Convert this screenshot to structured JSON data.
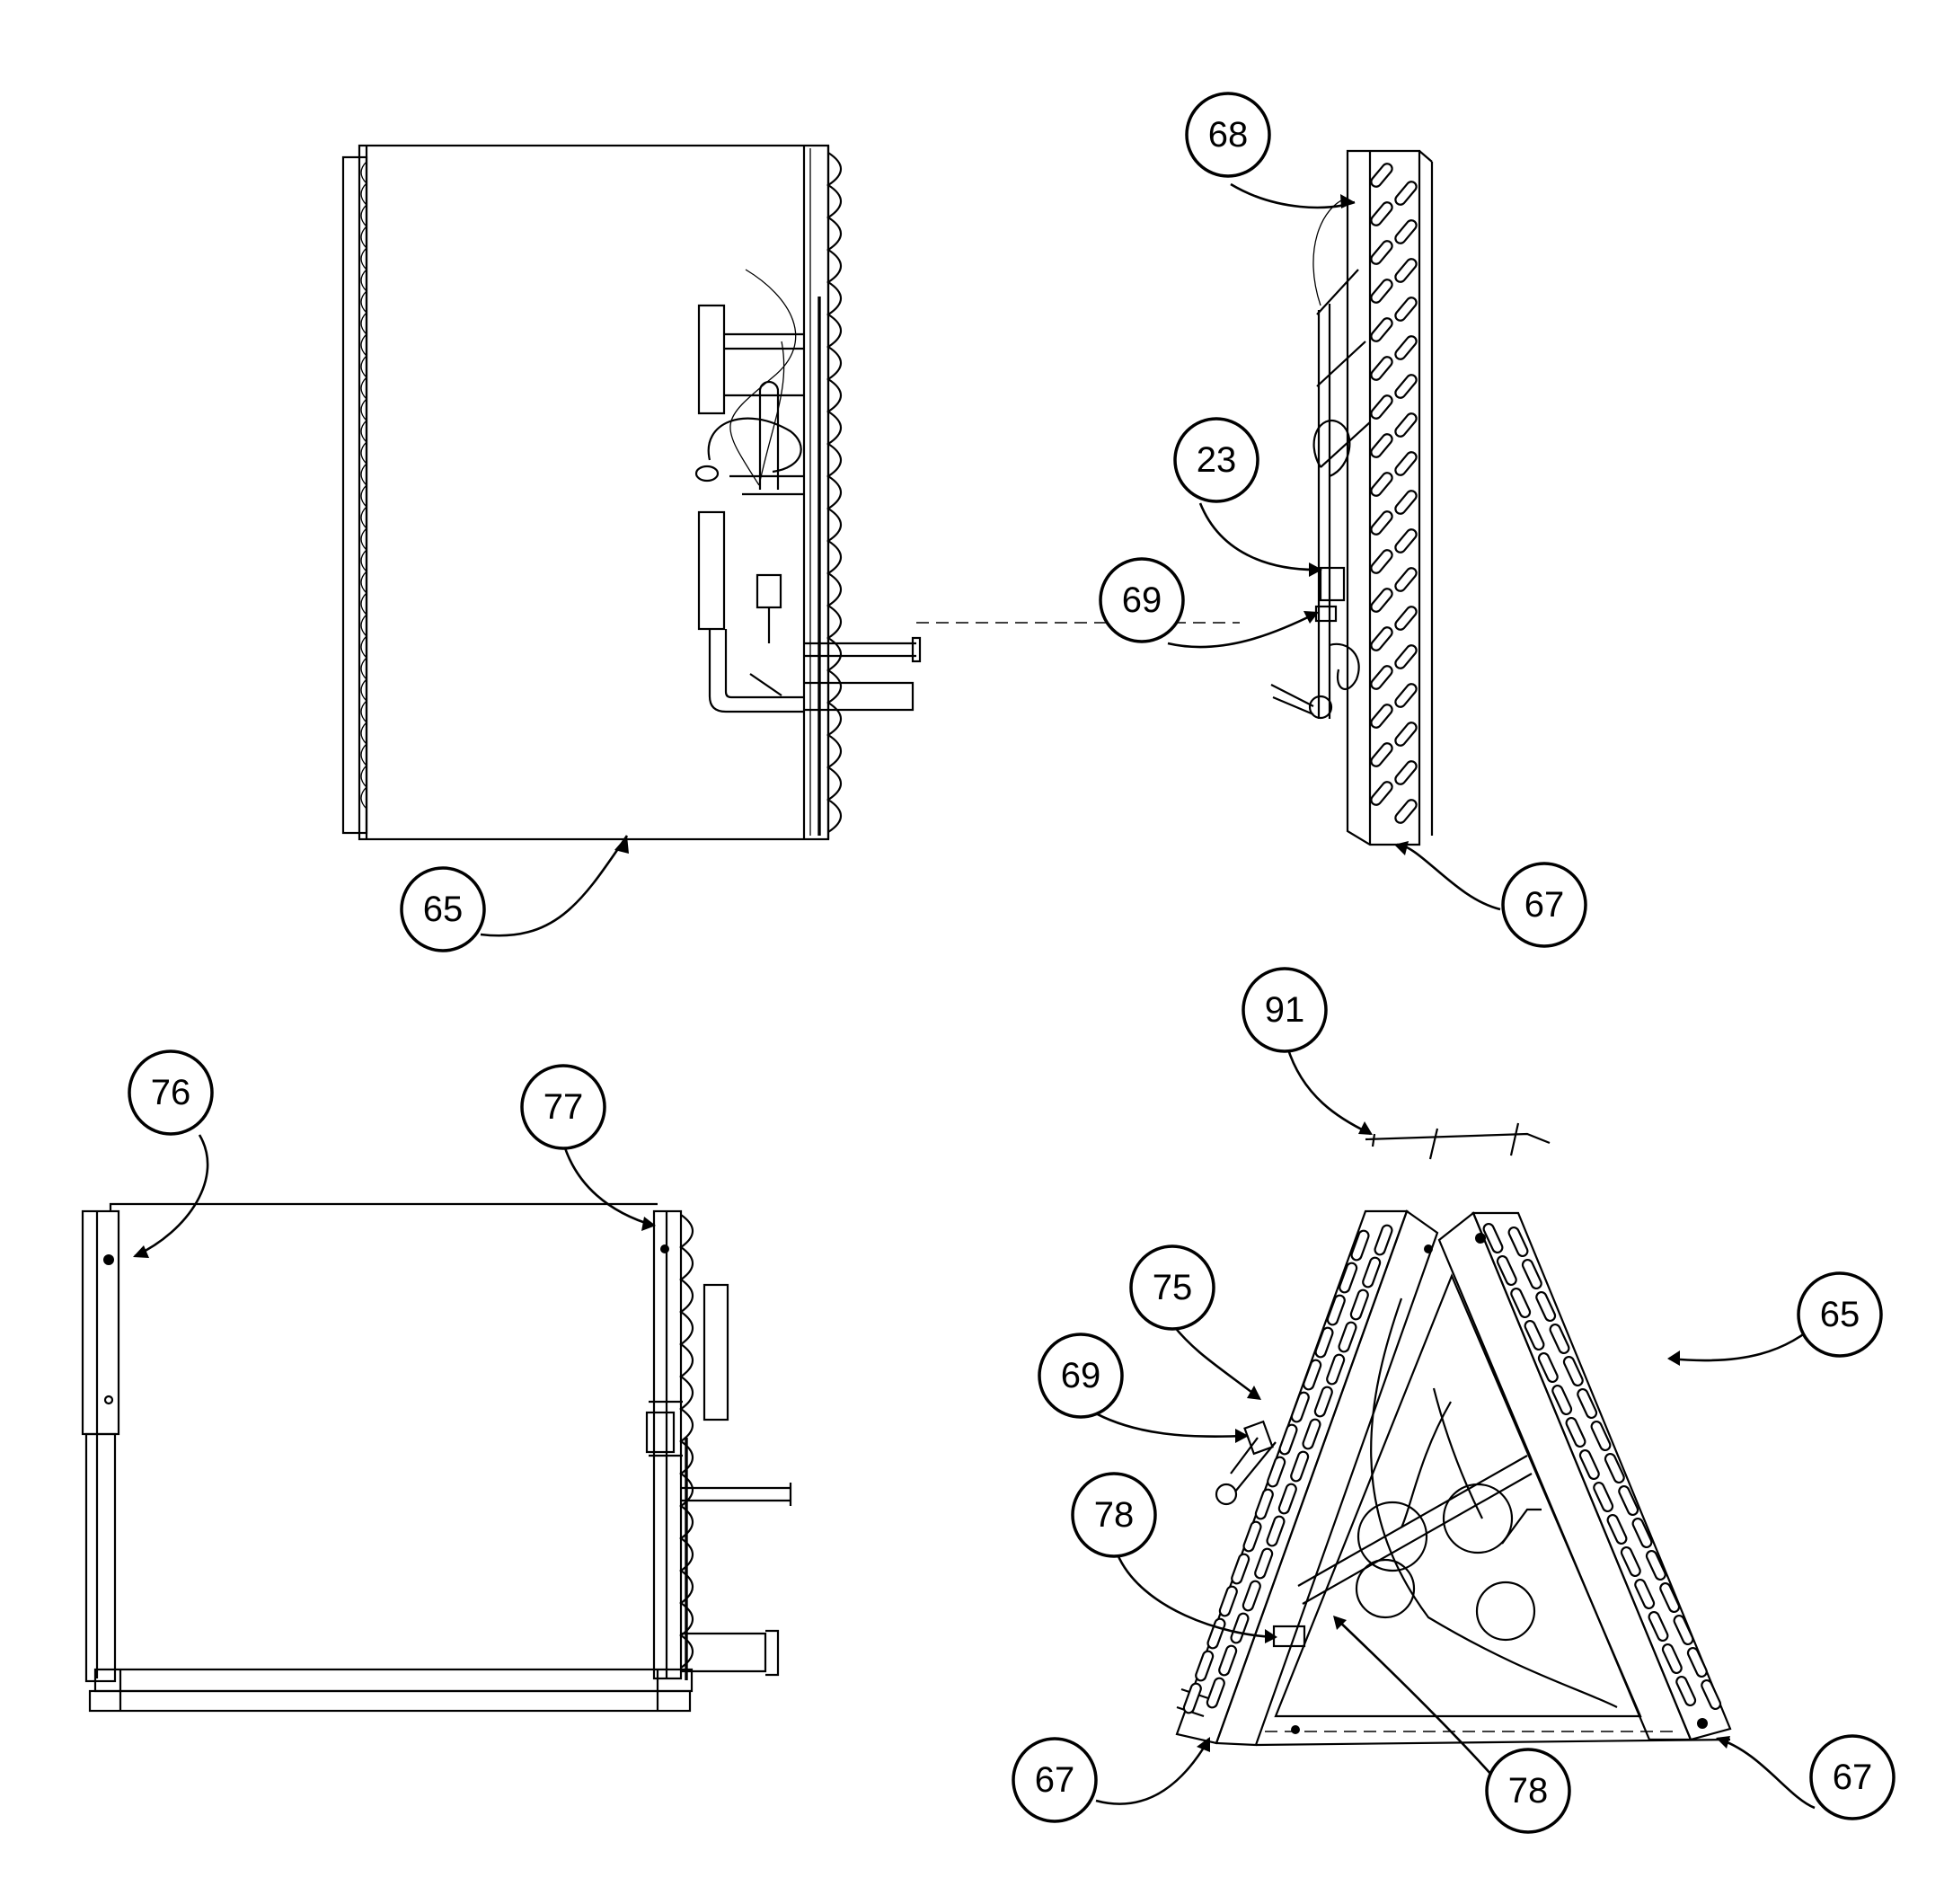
{
  "callouts": [
    {
      "label": "65",
      "view": "coil-front"
    },
    {
      "label": "68",
      "view": "coil-side"
    },
    {
      "label": "23",
      "view": "coil-side"
    },
    {
      "label": "69",
      "view": "coil-side"
    },
    {
      "label": "67",
      "view": "coil-side"
    },
    {
      "label": "76",
      "view": "coil-rear"
    },
    {
      "label": "77",
      "view": "coil-rear"
    },
    {
      "label": "91",
      "view": "a-coil"
    },
    {
      "label": "75",
      "view": "a-coil"
    },
    {
      "label": "69",
      "view": "a-coil"
    },
    {
      "label": "65",
      "view": "a-coil"
    },
    {
      "label": "78",
      "view": "a-coil"
    },
    {
      "label": "67",
      "view": "a-coil"
    },
    {
      "label": "78",
      "view": "a-coil"
    },
    {
      "label": "67",
      "view": "a-coil"
    }
  ],
  "colors": {
    "line": "#000000",
    "background": "#ffffff"
  }
}
